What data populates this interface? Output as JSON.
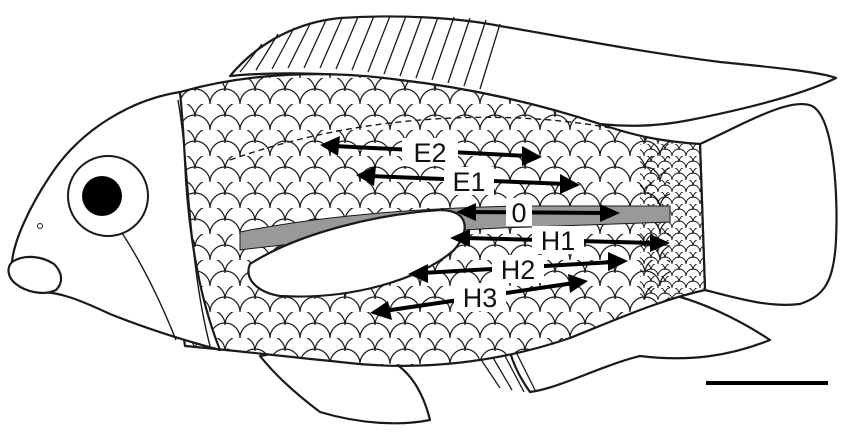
{
  "figure": {
    "background": "#ffffff",
    "ink_color": "#1a1a1a",
    "lateral_line_fill": "#999999",
    "subject": "cichlid fish in lateral view with scale-row counting lines"
  },
  "scale_rows": [
    {
      "label": "E2"
    },
    {
      "label": "E1"
    },
    {
      "label": "0"
    },
    {
      "label": "H1"
    },
    {
      "label": "H2"
    },
    {
      "label": "H3"
    }
  ],
  "scale_bar": {
    "label": ""
  }
}
